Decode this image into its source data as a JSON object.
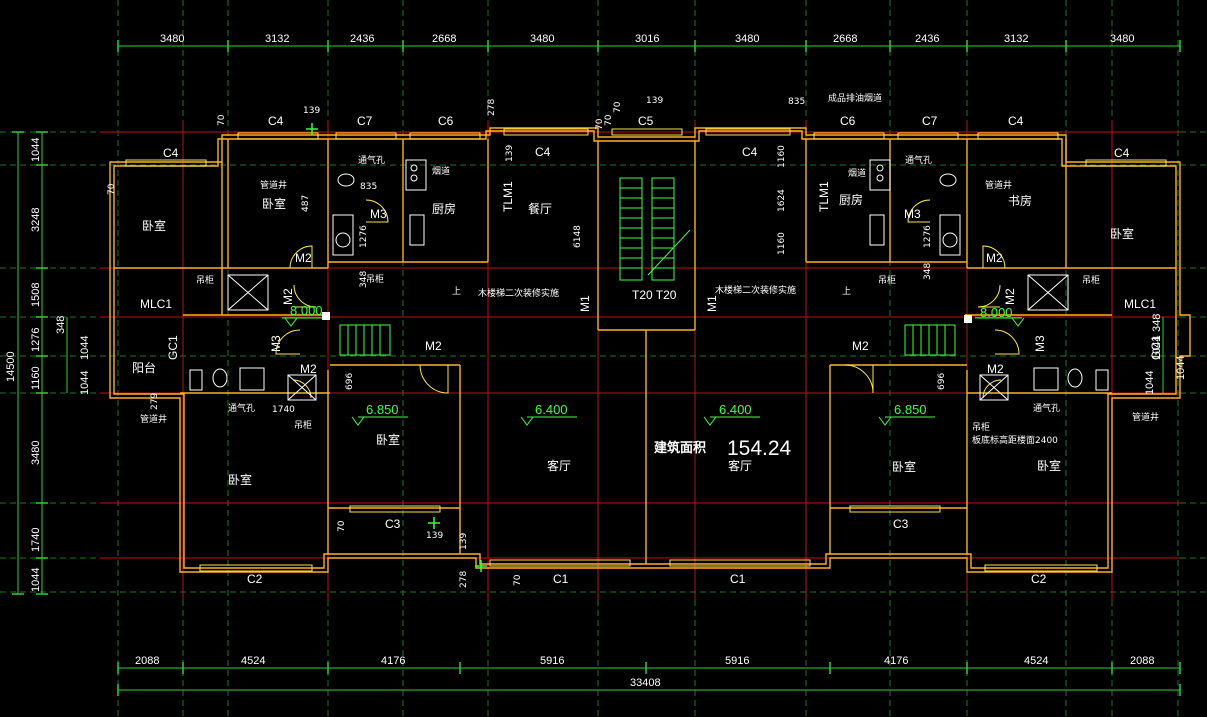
{
  "top_dims": [
    "3480",
    "3132",
    "2436",
    "2668",
    "3480",
    "3016",
    "3480",
    "2668",
    "2436",
    "3132",
    "3480"
  ],
  "bottom_dims": [
    "2088",
    "4524",
    "4176",
    "5916",
    "5916",
    "4176",
    "4524",
    "2088"
  ],
  "bottom_total": "33408",
  "left_dims": [
    "1044",
    "3248",
    "1508",
    "1276",
    "1160",
    "3480",
    "1740",
    "1044"
  ],
  "left_total": "14500",
  "left_inner_dims": [
    "348",
    "1044",
    "1044"
  ],
  "right_dims": [
    "348",
    "1044",
    "1044"
  ],
  "right_extra": "1044",
  "windows": {
    "c4_left_outer": "C4",
    "c4_left": "C4",
    "c7_left": "C7",
    "c6_left": "C6",
    "c4_mid_left": "C4",
    "c5": "C5",
    "c4_mid_right": "C4",
    "c6_right": "C6",
    "c7_right": "C7",
    "c4_right": "C4",
    "c4_right_outer": "C4",
    "c2_left": "C2",
    "c3_left": "C3",
    "c1_left": "C1",
    "c1_right": "C1",
    "c3_right": "C3",
    "c2_right": "C2"
  },
  "rooms": {
    "bedroom_nw": "卧室",
    "bedroom_n": "卧室",
    "kitchen_l": "厨房",
    "dining": "餐厅",
    "kitchen_r": "厨房",
    "study": "书房",
    "bedroom_ne": "卧室",
    "balcony": "阳台",
    "bedroom_sw": "卧室",
    "bedroom_s1": "卧室",
    "living_l": "客厅",
    "living_r": "客厅",
    "bedroom_s2": "卧室",
    "bedroom_se": "卧室"
  },
  "doors": {
    "m2_a": "M2",
    "m2_b": "M2",
    "m2_c": "M2",
    "m2_d": "M2",
    "m2_e": "M2",
    "m2_f": "M2",
    "m2_g": "M2",
    "m2_h": "M2",
    "m3_a": "M3",
    "m3_b": "M3",
    "m3_c": "M3",
    "m3_d": "M3",
    "m1_a": "M1",
    "m1_b": "M1",
    "tlm1_a": "TLM1",
    "tlm1_b": "TLM1",
    "mlc1_a": "MLC1",
    "mlc1_b": "MLC1",
    "gc1_a": "GC1",
    "gc1_b": "GC1"
  },
  "notes": {
    "vent_a": "通气孔",
    "vent_b": "通气孔",
    "vent_c": "通气孔",
    "vent_d": "通气孔",
    "flue_a": "烟道",
    "flue_b": "烟道",
    "pipe_a": "管道井",
    "pipe_b": "管道井",
    "pipe_c": "管道井",
    "pipe_d": "管道井",
    "cab_a": "吊柜",
    "cab_b": "吊柜",
    "cab_c": "吊柜",
    "cab_d": "吊柜",
    "cab_e": "吊柜",
    "cab_f": "吊柜",
    "stair_a": "木楼梯二次装修实施",
    "stair_b": "木楼梯二次装修实施",
    "hood": "成品排油烟道",
    "base_note": "板底标高距楼面2400",
    "up_a": "上",
    "up_b": "上",
    "t20": "T20 T20"
  },
  "levels": [
    "8.000",
    "8.000",
    "6.850",
    "6.400",
    "6.400",
    "6.850"
  ],
  "area_label": "建筑面积",
  "area_value": "154.24",
  "small_dims": {
    "d70_a": "70",
    "d139_a": "139",
    "d278_a": "278",
    "d139_b": "139",
    "d70_b": "70",
    "d70_c": "70",
    "d139_c": "139",
    "d835_a": "835",
    "d835_b": "835",
    "d487": "487",
    "d1276_a": "1276",
    "d348_a": "348",
    "d6148": "6148",
    "d1160_a": "1160",
    "d1624": "1624",
    "d1160_b": "1160",
    "d1276_b": "1276",
    "d348_b": "348",
    "d70_d": "70",
    "d279": "279",
    "d1740": "1740",
    "d696_a": "696",
    "d696_b": "696",
    "d70_e": "70",
    "d139_d": "139",
    "d139_e": "139",
    "d278_b": "278",
    "d70_f": "70",
    "d70_g": "70"
  }
}
